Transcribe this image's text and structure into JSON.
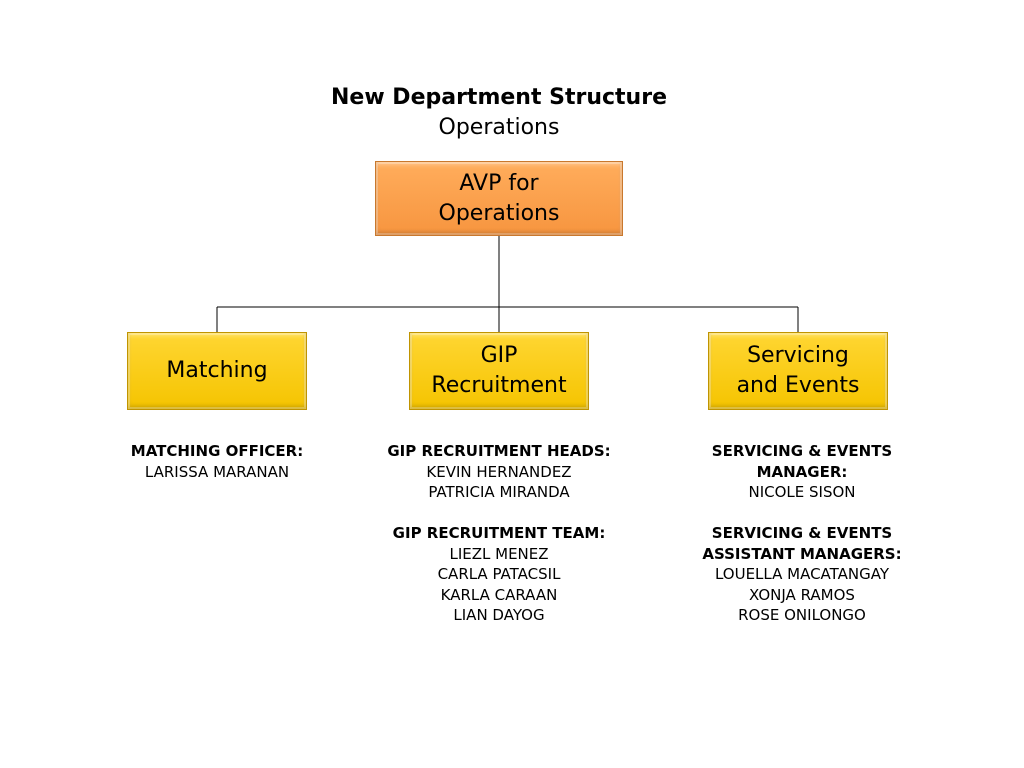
{
  "header": {
    "title": "New Department Structure",
    "subtitle": "Operations"
  },
  "top_box": {
    "line1": "AVP for",
    "line2": "Operations"
  },
  "units": [
    {
      "box_line1": "Matching",
      "box_line2": "",
      "groups": [
        {
          "heading1": "MATCHING OFFICER:",
          "heading2": "",
          "names": [
            "LARISSA MARANAN"
          ]
        }
      ]
    },
    {
      "box_line1": "GIP",
      "box_line2": "Recruitment",
      "groups": [
        {
          "heading1": "GIP RECRUITMENT HEADS:",
          "heading2": "",
          "names": [
            "KEVIN HERNANDEZ",
            "PATRICIA MIRANDA"
          ]
        },
        {
          "heading1": "GIP RECRUITMENT TEAM:",
          "heading2": "",
          "names": [
            "LIEZL MENEZ",
            "CARLA PATACSIL",
            "KARLA CARAAN",
            "LIAN DAYOG"
          ]
        }
      ]
    },
    {
      "box_line1": "Servicing",
      "box_line2": "and Events",
      "groups": [
        {
          "heading1": "SERVICING & EVENTS",
          "heading2": "MANAGER:",
          "names": [
            "NICOLE SISON"
          ]
        },
        {
          "heading1": "SERVICING & EVENTS",
          "heading2": "ASSISTANT MANAGERS:",
          "names": [
            "LOUELLA MACATANGAY",
            "XONJA RAMOS",
            "ROSE ONILONGO"
          ]
        }
      ]
    }
  ],
  "colors": {
    "top_box_fill": "#f7953f",
    "unit_box_fill": "#f5c400",
    "connector": "#000000"
  }
}
